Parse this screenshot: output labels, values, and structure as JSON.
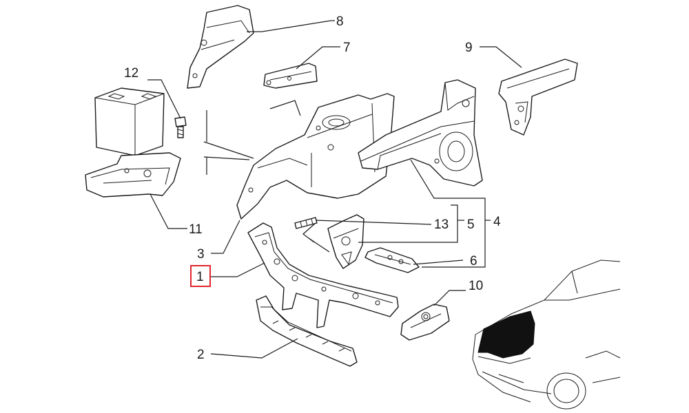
{
  "diagram": {
    "callouts": {
      "c1": "1",
      "c2": "2",
      "c3": "3",
      "c4": "4",
      "c5": "5",
      "c6": "6",
      "c7": "7",
      "c8": "8",
      "c9": "9",
      "c10": "10",
      "c11": "11",
      "c12": "12",
      "c13": "13"
    },
    "highlighted_callout": "1",
    "colors": {
      "line": "#1a1a1a",
      "highlight_box": "#e0242b",
      "background": "#ffffff"
    }
  }
}
